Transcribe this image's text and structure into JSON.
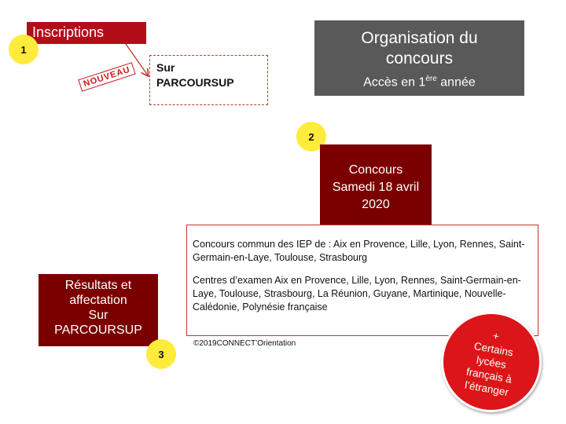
{
  "step1": {
    "badge": "1",
    "label": "Inscriptions",
    "stamp": "NOUVEAU",
    "target_line1": "Sur",
    "target_line2": "PARCOURSUP"
  },
  "title": {
    "line1": "Organisation du",
    "line2": "concours",
    "line3_prefix": "Accès en 1",
    "line3_sup": "ère",
    "line3_suffix": " année"
  },
  "step2": {
    "badge": "2",
    "line1": "Concours",
    "line2": "Samedi 18 avril",
    "line3": "2020"
  },
  "details": {
    "paragraph1": "Concours commun des IEP de : Aix en Provence, Lille, Lyon, Rennes, Saint-Germain-en-Laye, Toulouse, Strasbourg",
    "paragraph2": "Centres d’examen Aix en Provence, Lille, Lyon, Rennes, Saint-Germain-en-Laye, Toulouse, Strasbourg, La Réunion, Guyane, Martinique, Nouvelle-Calédonie, Polynésie française"
  },
  "step3": {
    "badge": "3",
    "line1": "Résultats et",
    "line2": "affectation",
    "line3": "Sur",
    "line4": "PARCOURSUP"
  },
  "copyright": "©2019CONNECT’Orientation",
  "circle": {
    "line1": "+",
    "line2": "Certains",
    "line3": "lycées",
    "line4": "français à",
    "line5": "l’étranger"
  },
  "colors": {
    "red": "#b30d1a",
    "dark_red": "#7a0000",
    "grey": "#595959",
    "yellow": "#ffeb3b",
    "circle_red": "#dc1518"
  }
}
